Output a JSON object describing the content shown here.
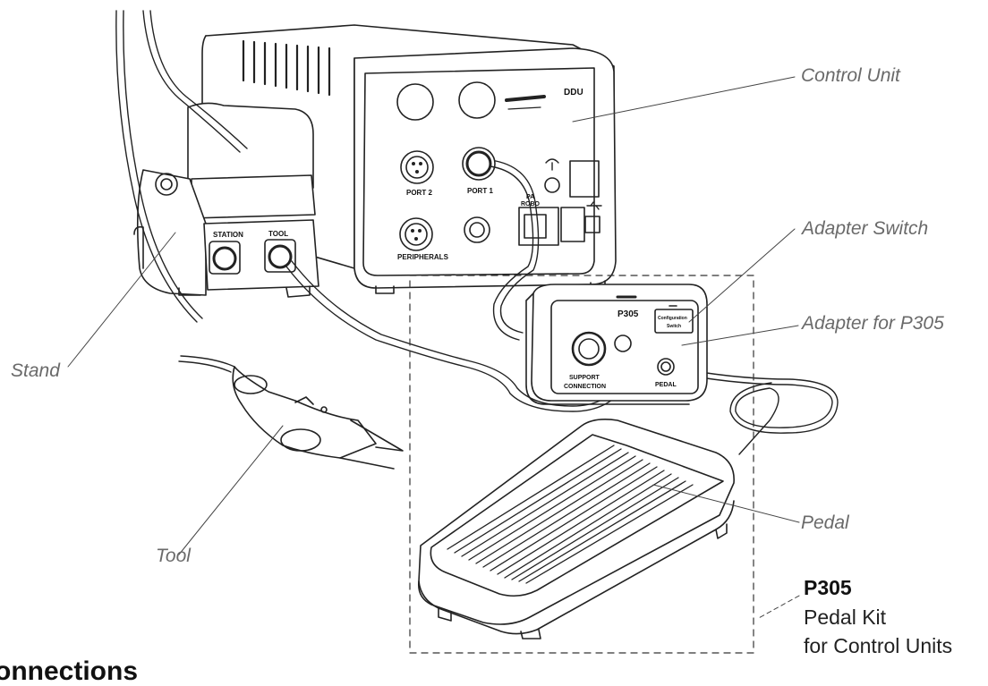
{
  "callouts": {
    "control_unit": "Control Unit",
    "adapter_switch": "Adapter Switch",
    "adapter": "Adapter for P305",
    "stand": "Stand",
    "pedal": "Pedal",
    "tool": "Tool"
  },
  "kit": {
    "title": "P305",
    "line1": "Pedal Kit",
    "line2": "for Control Units"
  },
  "device_labels": {
    "brand": "DDU",
    "port2": "PORT 2",
    "port1": "PORT 1",
    "peripherals": "PERIPHERALS",
    "pa_robot_1": "PA",
    "pa_robot_2": "ROBO",
    "station": "STATION",
    "tool": "TOOL",
    "adapter_model": "P305",
    "support_1": "SUPPORT",
    "support_2": "CONNECTION",
    "pedal_port": "PEDAL",
    "config_1": "Configuration",
    "config_2": "Switch"
  },
  "section_heading": "onnections",
  "icons": [
    "antenna-icon",
    "usb-icon"
  ]
}
